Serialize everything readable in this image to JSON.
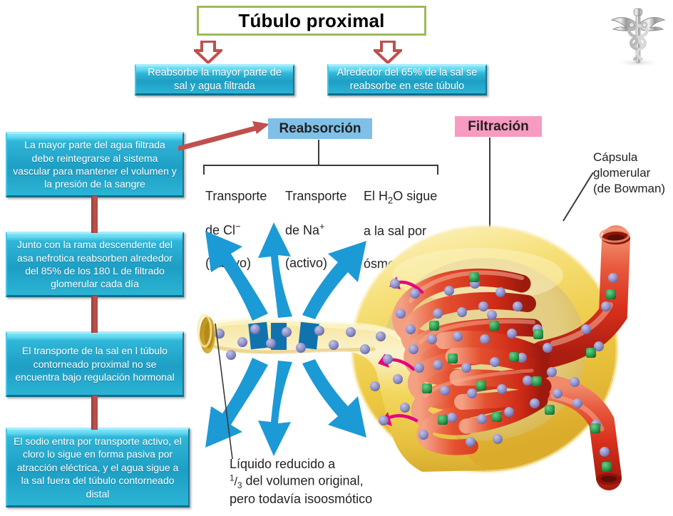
{
  "title": {
    "text": "Túbulo proximal"
  },
  "icons": {
    "caduceus": "caduceus-icon"
  },
  "top_boxes": [
    {
      "text": "Reabsorbe la mayor parte de sal y agua filtrada"
    },
    {
      "text": "Alrededor del 65% de la sal se reabsorbe en este túbulo"
    }
  ],
  "side_boxes": [
    {
      "text": "La mayor parte del agua filtrada debe reintegrarse al sistema vascular para mantener el volumen y la presión de la sangre"
    },
    {
      "text": "Junto con la rama descendente del asa nefrotica reabsorben alrededor del 85% de los 180 L de filtrado glomerular cada día"
    },
    {
      "text": "El transporte de la sal en l túbulo contorneado proximal no se encuentra bajo regulación hormonal"
    },
    {
      "text": "El sodio entra por transporte activo, el cloro lo sigue en forma pasiva por atracción eléctrica, y el agua sigue a la sal fuera del túbulo contorneado distal"
    }
  ],
  "categories": {
    "reabsorption": {
      "label": "Reabsorción",
      "color": "#7EC0E8"
    },
    "filtration": {
      "label": "Filtración",
      "color": "#F79BC0"
    }
  },
  "transport_columns": [
    {
      "line1": "Transporte",
      "line2": "de Cl",
      "charge": "−",
      "line3": "(pasivo)"
    },
    {
      "line1": "Transporte",
      "line2": "de Na",
      "charge": "+",
      "line3": "(activo)"
    },
    {
      "line1": "El H",
      "sub": "2",
      "line1b": "O sigue",
      "line2": "a la sal por",
      "line3": "ósmosis"
    }
  ],
  "capsule_label": {
    "text": "Cápsula\nglomerular\n(de Bowman)"
  },
  "bottom_caption": {
    "line1": "Líquido reducido a",
    "frac_num": "1",
    "frac_den": "3",
    "line2_rest": " del volumen original,",
    "line3": "pero todavía isoosmótico"
  },
  "colors": {
    "title_border": "#9BBB59",
    "teal_box": "#2BB4D4",
    "red_connector": "#C0504D",
    "reabsorption_blue": "#7EC0E8",
    "filtration_pink": "#F79BC0",
    "arrow_blue": "#1C9AD6",
    "tubule_yellow": "#F2D65C",
    "capillary_red": "#E03A27",
    "magenta_arrow": "#E6007E",
    "salt_particle": "#8E8EC8",
    "protein_particle": "#2E9E4F"
  }
}
